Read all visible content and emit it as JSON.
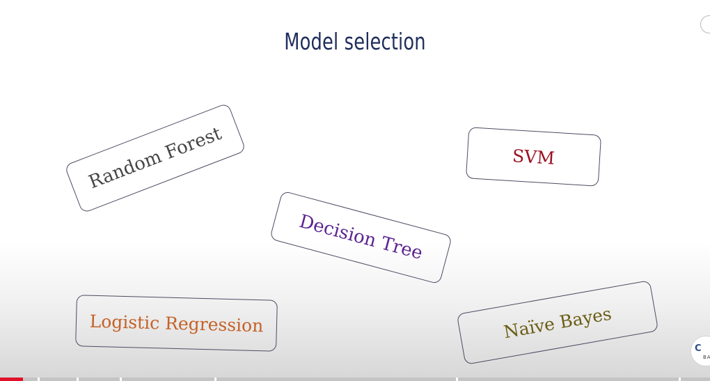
{
  "slide": {
    "title": "Model selection",
    "cards": {
      "random_forest": {
        "label": "Random Forest",
        "color": "#454545"
      },
      "svm": {
        "label": "SVM",
        "color": "#9a1220"
      },
      "decision_tree": {
        "label": "Decision Tree",
        "color": "#5b2591"
      },
      "logistic_regression": {
        "label": "Logistic Regression",
        "color": "#c46228"
      },
      "naive_bayes": {
        "label": "Naïve Bayes",
        "color": "#6b5c14"
      }
    },
    "title_color": "#1f2d5c"
  },
  "logo": {
    "mark": "C",
    "sub": "BAS"
  },
  "player": {
    "progress_fraction": 0.032,
    "progress_color": "#e1112a"
  }
}
